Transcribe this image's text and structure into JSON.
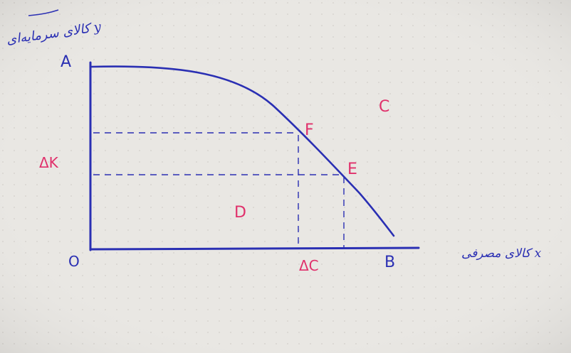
{
  "diagram": {
    "y_axis_label": "کالای سرمایه‌ای y",
    "x_axis_label": "کالای مصرفی x",
    "points": {
      "A": "A",
      "B": "B",
      "O": "O",
      "F": "F",
      "E": "E"
    },
    "regions": {
      "C": "C",
      "D": "D"
    },
    "deltas": {
      "delta_k": "ΔK",
      "delta_c": "ΔC"
    }
  },
  "colors": {
    "paper": "#e9e7e3",
    "blue_ink": "#2a2fb3",
    "red_ink": "#e0306b"
  }
}
